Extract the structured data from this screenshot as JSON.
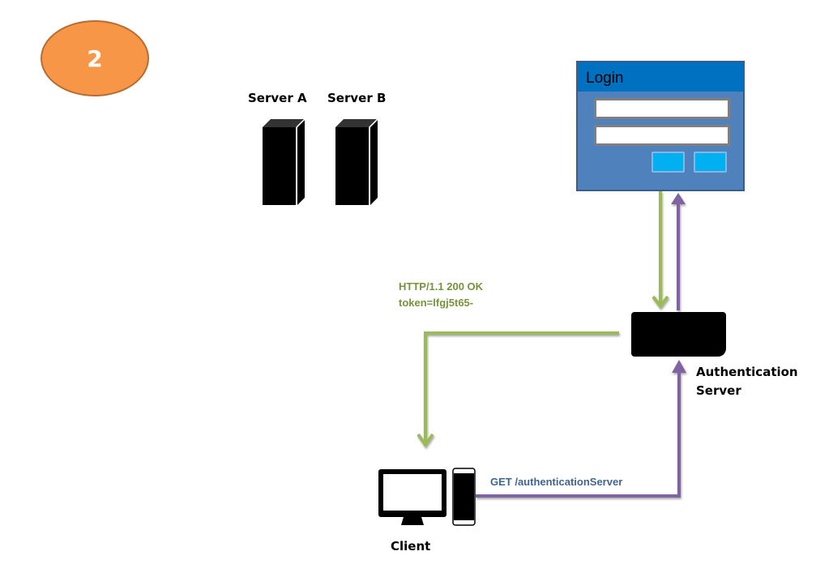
{
  "step": {
    "number": "2"
  },
  "servers": [
    {
      "label": "Server A"
    },
    {
      "label": "Server B"
    }
  ],
  "login_window": {
    "title": "Login",
    "fields": [
      "",
      ""
    ],
    "buttons": [
      "",
      ""
    ]
  },
  "auth_server": {
    "label_line1": "Authentication",
    "label_line2": "Server"
  },
  "client": {
    "label": "Client"
  },
  "messages": {
    "response_line1": "HTTP/1.1 200 OK",
    "response_line2": "token=lfgj5t65-",
    "request": "GET /authenticationServer"
  },
  "colors": {
    "badge": "#f79646",
    "response_arrow": "#9bbb59",
    "request_arrow": "#8064a2",
    "login_panel": "#4f81bd",
    "login_titlebar": "#0070c0",
    "login_button": "#00b0f0"
  }
}
